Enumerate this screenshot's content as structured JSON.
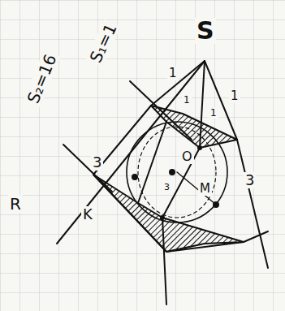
{
  "diagram": {
    "labels": [
      "S",
      "S₁=1",
      "S₂=16",
      "1",
      "1",
      "1",
      "1",
      "3",
      "3",
      "R",
      "K",
      "O",
      "3",
      "M"
    ]
  }
}
